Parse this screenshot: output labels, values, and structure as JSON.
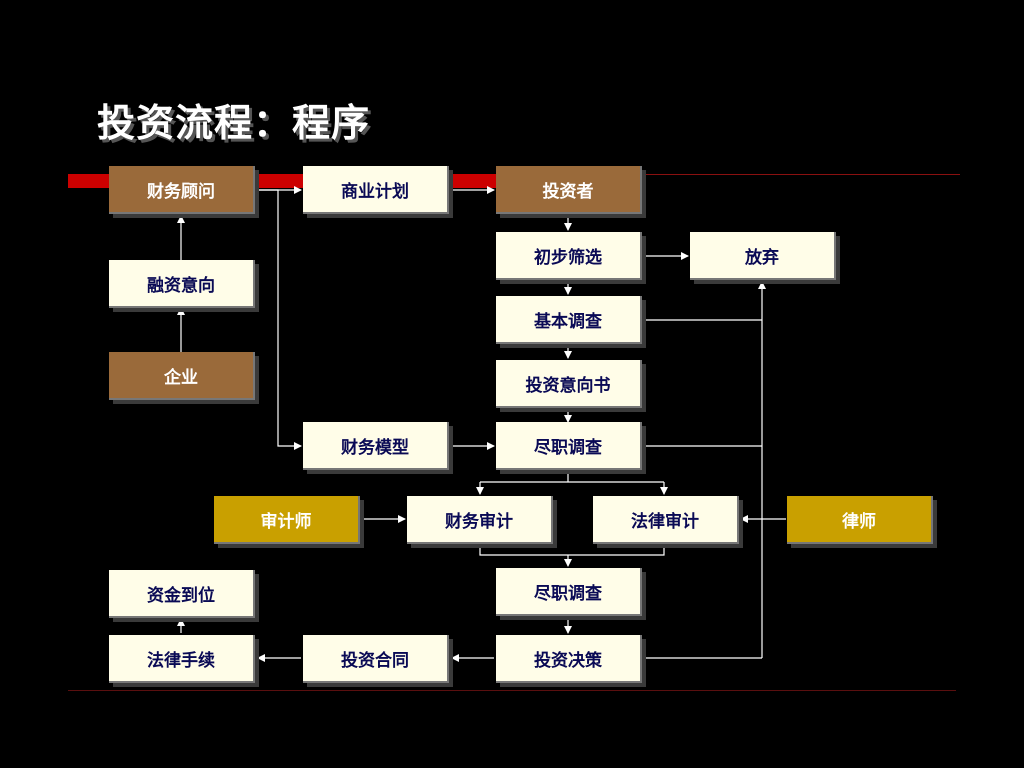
{
  "title": "投资流程：程序",
  "colors": {
    "background": "#000000",
    "cream_box": "#fffde8",
    "brown_box": "#9a6a3a",
    "gold_box": "#c9a000",
    "accent_red": "#cc0000",
    "line": "#ffffff"
  },
  "nodes": {
    "financial_advisor": "财务顾问",
    "financing_intent": "融资意向",
    "enterprise": "企业",
    "business_plan": "商业计划",
    "financial_model": "财务模型",
    "investor": "投资者",
    "initial_screening": "初步筛选",
    "abandon": "放弃",
    "basic_investigation": "基本调查",
    "letter_of_intent": "投资意向书",
    "due_diligence_1": "尽职调查",
    "auditor": "审计师",
    "financial_audit": "财务审计",
    "legal_audit": "法律审计",
    "lawyer": "律师",
    "due_diligence_2": "尽职调查",
    "funds_in_place": "资金到位",
    "legal_procedures": "法律手续",
    "investment_contract": "投资合同",
    "investment_decision": "投资决策"
  }
}
